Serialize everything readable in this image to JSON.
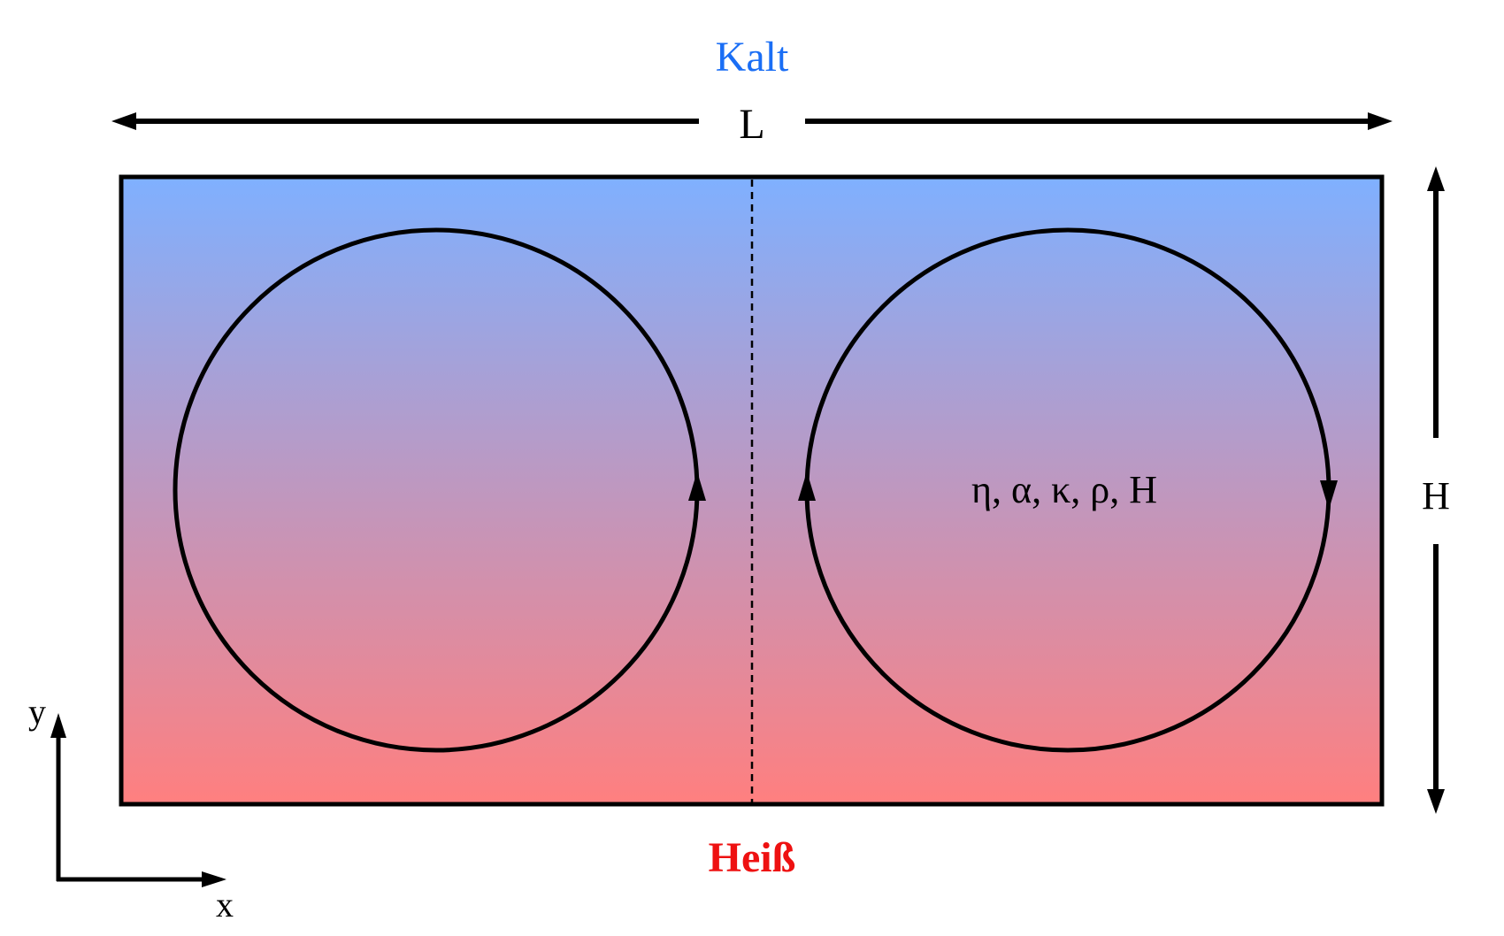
{
  "labels": {
    "cold": "Kalt",
    "hot": "Heiß",
    "length": "L",
    "height": "H",
    "parameters": "η, α, κ, ρ, H",
    "axis_x": "x",
    "axis_y": "y"
  },
  "colors": {
    "cold": "#1a6ef5",
    "hot": "#ee1111",
    "gradient_top": "#7fb0ff",
    "gradient_bottom": "#ff7f7f",
    "stroke": "#000000"
  },
  "cells": [
    {
      "name": "left-convection-cell",
      "direction": "counter-clockwise"
    },
    {
      "name": "right-convection-cell",
      "direction": "clockwise"
    }
  ]
}
